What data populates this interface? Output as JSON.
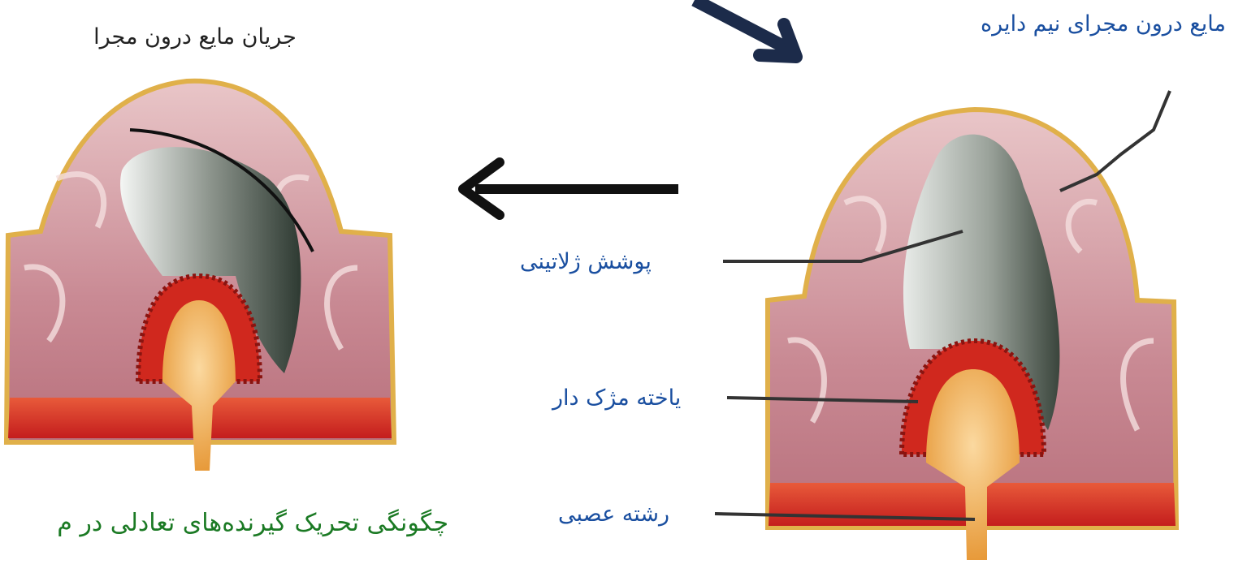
{
  "labels": {
    "flow_title": "جریان مایع درون مجرا",
    "fluid_in_canal": "مایع درون مجرای نیم دایره",
    "gelatinous_cover": "پوشش ژلاتینی",
    "hair_cell": "یاخته مژک دار",
    "nerve_fiber": "رشته عصبی"
  },
  "caption": "چگونگی تحریک گیرنده‌های تعادلی در م",
  "colors": {
    "label_blue": "#1a4fa0",
    "caption_green": "#1b7a24",
    "arrow_navy": "#1c2b4a",
    "tissue_pink": "#c98a94",
    "cell_red": "#d0281e",
    "nerve_orange": "#e79a3a"
  }
}
